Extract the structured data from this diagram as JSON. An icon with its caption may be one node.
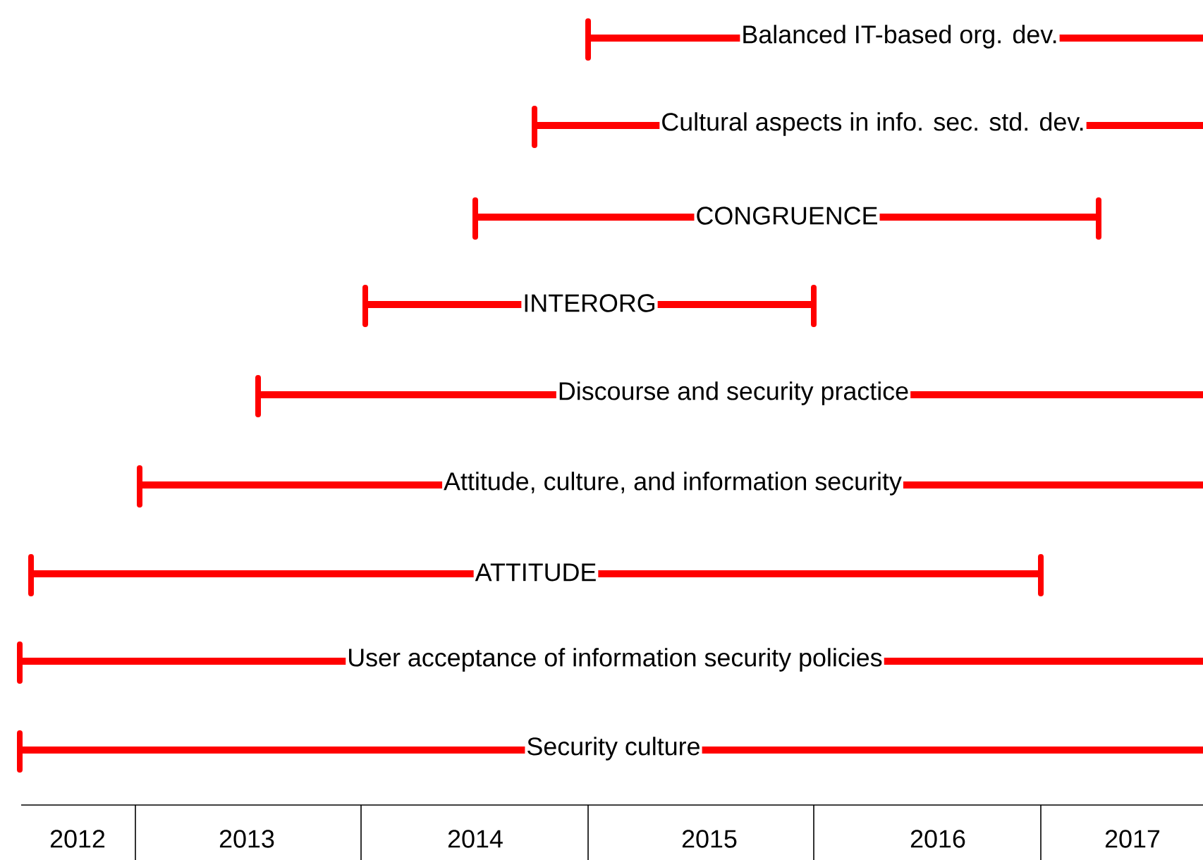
{
  "diagram": {
    "nodes": [
      {
        "text": [
          "Balanced IT-based org. dev."
        ]
      },
      {
        "text": [
          "Cultural aspects in info. sec. std. dev."
        ]
      },
      {
        "text": [
          "CONGRUENCE"
        ]
      },
      {
        "text": [
          "INTERORG"
        ]
      },
      {
        "text": [
          "Discourse and security practice"
        ]
      },
      {
        "text": [
          "Attitude, culture, and information security"
        ]
      },
      {
        "text": [
          "ATTITUDE"
        ]
      },
      {
        "text": [
          "User acceptance of information security policies"
        ]
      },
      {
        "text": [
          "Security culture"
        ]
      }
    ],
    "labels": [
      "2012",
      "2013",
      "2014",
      "2015",
      "2016",
      "2017"
    ]
  }
}
